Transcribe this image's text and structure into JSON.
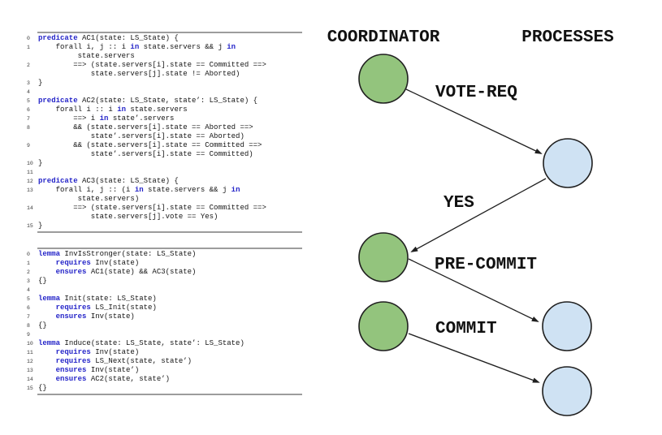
{
  "diagram": {
    "coordinator_label": "COORDINATOR",
    "processes_label": "PROCESSES",
    "messages": [
      {
        "label": "VOTE-REQ",
        "from": "coordinator",
        "to": "process-1"
      },
      {
        "label": "YES",
        "from": "process-1",
        "to": "coordinator"
      },
      {
        "label": "PRE-COMMIT",
        "from": "coordinator",
        "to": "process-2"
      },
      {
        "label": "COMMIT",
        "from": "coordinator",
        "to": "process-3"
      }
    ],
    "colors": {
      "coordinator_fill": "#93C47D",
      "process_fill": "#CFE2F3",
      "stroke": "#1f1f1f"
    }
  },
  "syntax_colors": {
    "keyword": "#2323c8",
    "text": "#151515"
  },
  "code_panels": [
    {
      "id": "predicates",
      "lines": [
        {
          "n": "0",
          "segs": [
            [
              "k",
              "predicate"
            ],
            [
              "t",
              " AC1(state: LS_State) {"
            ]
          ]
        },
        {
          "n": "1",
          "segs": [
            [
              "t",
              "    forall i, j :: i "
            ],
            [
              "k",
              "in"
            ],
            [
              "t",
              " state.servers && j "
            ],
            [
              "k",
              "in"
            ]
          ]
        },
        {
          "n": "",
          "segs": [
            [
              "t",
              "         state.servers"
            ]
          ]
        },
        {
          "n": "2",
          "segs": [
            [
              "t",
              "        ==> (state.servers[i].state == Committed ==>"
            ]
          ]
        },
        {
          "n": "",
          "segs": [
            [
              "t",
              "            state.servers[j].state != Aborted)"
            ]
          ]
        },
        {
          "n": "3",
          "segs": [
            [
              "t",
              "}"
            ]
          ]
        },
        {
          "n": "4",
          "segs": []
        },
        {
          "n": "5",
          "segs": [
            [
              "k",
              "predicate"
            ],
            [
              "t",
              " AC2(state: LS_State, state’: LS_State) {"
            ]
          ]
        },
        {
          "n": "6",
          "segs": [
            [
              "t",
              "    forall i :: i "
            ],
            [
              "k",
              "in"
            ],
            [
              "t",
              " state.servers"
            ]
          ]
        },
        {
          "n": "7",
          "segs": [
            [
              "t",
              "        ==> i "
            ],
            [
              "k",
              "in"
            ],
            [
              "t",
              " state’.servers"
            ]
          ]
        },
        {
          "n": "8",
          "segs": [
            [
              "t",
              "        && (state.servers[i].state == Aborted ==>"
            ]
          ]
        },
        {
          "n": "",
          "segs": [
            [
              "t",
              "            state’.servers[i].state == Aborted)"
            ]
          ]
        },
        {
          "n": "9",
          "segs": [
            [
              "t",
              "        && (state.servers[i].state == Committed ==>"
            ]
          ]
        },
        {
          "n": "",
          "segs": [
            [
              "t",
              "            state’.servers[i].state == Committed)"
            ]
          ]
        },
        {
          "n": "10",
          "segs": [
            [
              "t",
              "}"
            ]
          ]
        },
        {
          "n": "11",
          "segs": []
        },
        {
          "n": "12",
          "segs": [
            [
              "k",
              "predicate"
            ],
            [
              "t",
              " AC3(state: LS_State) {"
            ]
          ]
        },
        {
          "n": "13",
          "segs": [
            [
              "t",
              "    forall i, j :: (i "
            ],
            [
              "k",
              "in"
            ],
            [
              "t",
              " state.servers && j "
            ],
            [
              "k",
              "in"
            ]
          ]
        },
        {
          "n": "",
          "segs": [
            [
              "t",
              "         state.servers)"
            ]
          ]
        },
        {
          "n": "14",
          "segs": [
            [
              "t",
              "        ==> (state.servers[i].state == Committed ==>"
            ]
          ]
        },
        {
          "n": "",
          "segs": [
            [
              "t",
              "            state.servers[j].vote == Yes)"
            ]
          ]
        },
        {
          "n": "15",
          "segs": [
            [
              "t",
              "}"
            ]
          ]
        }
      ]
    },
    {
      "id": "lemmas",
      "lines": [
        {
          "n": "0",
          "segs": [
            [
              "k",
              "lemma"
            ],
            [
              "t",
              " InvIsStronger(state: LS_State)"
            ]
          ]
        },
        {
          "n": "1",
          "segs": [
            [
              "t",
              "    "
            ],
            [
              "k",
              "requires"
            ],
            [
              "t",
              " Inv(state)"
            ]
          ]
        },
        {
          "n": "2",
          "segs": [
            [
              "t",
              "    "
            ],
            [
              "k",
              "ensures"
            ],
            [
              "t",
              " AC1(state) && AC3(state)"
            ]
          ]
        },
        {
          "n": "3",
          "segs": [
            [
              "t",
              "{}"
            ]
          ]
        },
        {
          "n": "4",
          "segs": []
        },
        {
          "n": "5",
          "segs": [
            [
              "k",
              "lemma"
            ],
            [
              "t",
              " Init(state: LS_State)"
            ]
          ]
        },
        {
          "n": "6",
          "segs": [
            [
              "t",
              "    "
            ],
            [
              "k",
              "requires"
            ],
            [
              "t",
              " LS_Init(state)"
            ]
          ]
        },
        {
          "n": "7",
          "segs": [
            [
              "t",
              "    "
            ],
            [
              "k",
              "ensures"
            ],
            [
              "t",
              " Inv(state)"
            ]
          ]
        },
        {
          "n": "8",
          "segs": [
            [
              "t",
              "{}"
            ]
          ]
        },
        {
          "n": "9",
          "segs": []
        },
        {
          "n": "10",
          "segs": [
            [
              "k",
              "lemma"
            ],
            [
              "t",
              " Induce(state: LS_State, state’: LS_State)"
            ]
          ]
        },
        {
          "n": "11",
          "segs": [
            [
              "t",
              "    "
            ],
            [
              "k",
              "requires"
            ],
            [
              "t",
              " Inv(state)"
            ]
          ]
        },
        {
          "n": "12",
          "segs": [
            [
              "t",
              "    "
            ],
            [
              "k",
              "requires"
            ],
            [
              "t",
              " LS_Next(state, state’)"
            ]
          ]
        },
        {
          "n": "13",
          "segs": [
            [
              "t",
              "    "
            ],
            [
              "k",
              "ensures"
            ],
            [
              "t",
              " Inv(state’)"
            ]
          ]
        },
        {
          "n": "14",
          "segs": [
            [
              "t",
              "    "
            ],
            [
              "k",
              "ensures"
            ],
            [
              "t",
              " AC2(state, state’)"
            ]
          ]
        },
        {
          "n": "15",
          "segs": [
            [
              "t",
              "{}"
            ]
          ]
        }
      ]
    }
  ]
}
